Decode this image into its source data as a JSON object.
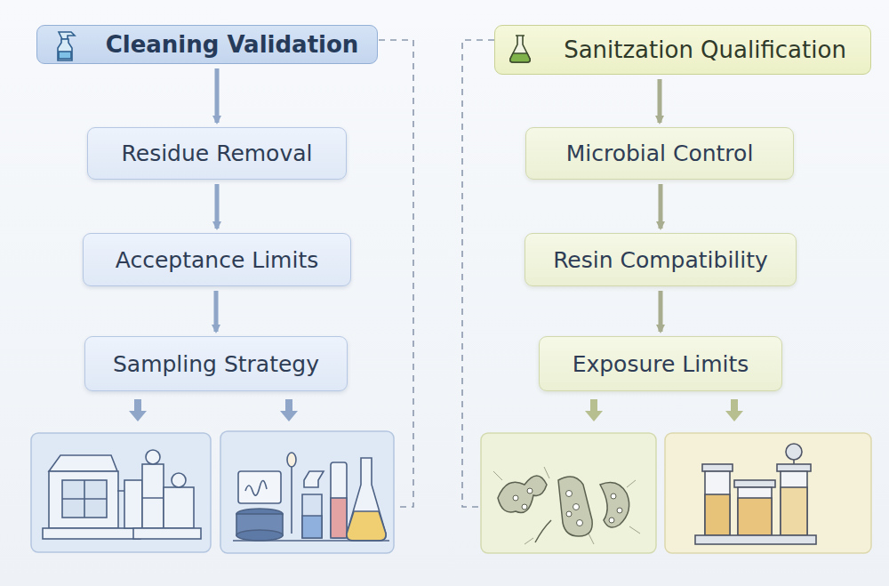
{
  "diagram": {
    "nodes": [
      {
        "text": [
          "Cleaning Validation"
        ]
      },
      {
        "text": [
          "Residue Removal"
        ]
      },
      {
        "text": [
          "Acceptance Limits"
        ]
      },
      {
        "text": [
          "Sampling Strategy"
        ]
      },
      {
        "text": [
          "Sanitzation Qualification"
        ]
      },
      {
        "text": [
          "Microbial Control"
        ]
      },
      {
        "text": [
          "Resin Compatibility"
        ]
      },
      {
        "text": [
          "Exposure Limits"
        ]
      }
    ],
    "edges": [
      {
        "from": 0,
        "to": 1,
        "arrow": "to"
      },
      {
        "from": 1,
        "to": 2,
        "arrow": "to"
      },
      {
        "from": 2,
        "to": 3,
        "arrow": "to"
      },
      {
        "from": 4,
        "to": 5,
        "arrow": "to"
      },
      {
        "from": 5,
        "to": 6,
        "arrow": "to"
      },
      {
        "from": 6,
        "to": 7,
        "arrow": "to"
      }
    ]
  }
}
